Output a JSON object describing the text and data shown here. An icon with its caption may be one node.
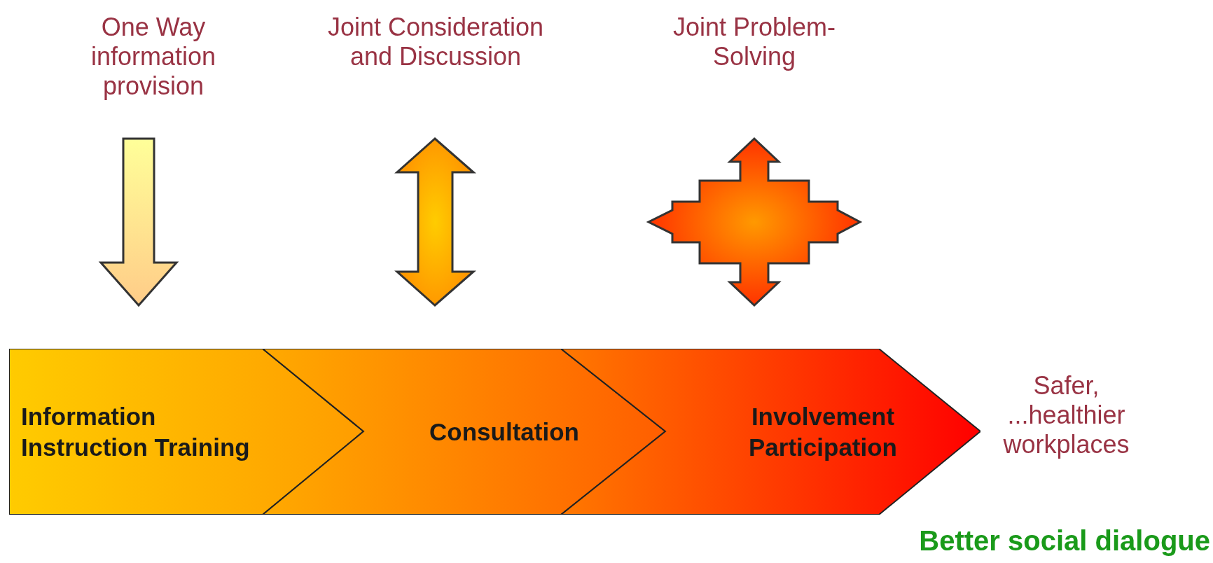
{
  "diagram": {
    "nodes": [
      {
        "text": [
          "Information Instruction Training"
        ]
      },
      {
        "text": [
          "Consultation"
        ]
      },
      {
        "text": [
          "Involvement Participation"
        ]
      }
    ],
    "labels": [
      "One Way information provision",
      "Joint Consideration and Discussion",
      "Joint Problem-Solving",
      "Safer, ...healthier workplaces",
      "Better social dialogue"
    ]
  }
}
